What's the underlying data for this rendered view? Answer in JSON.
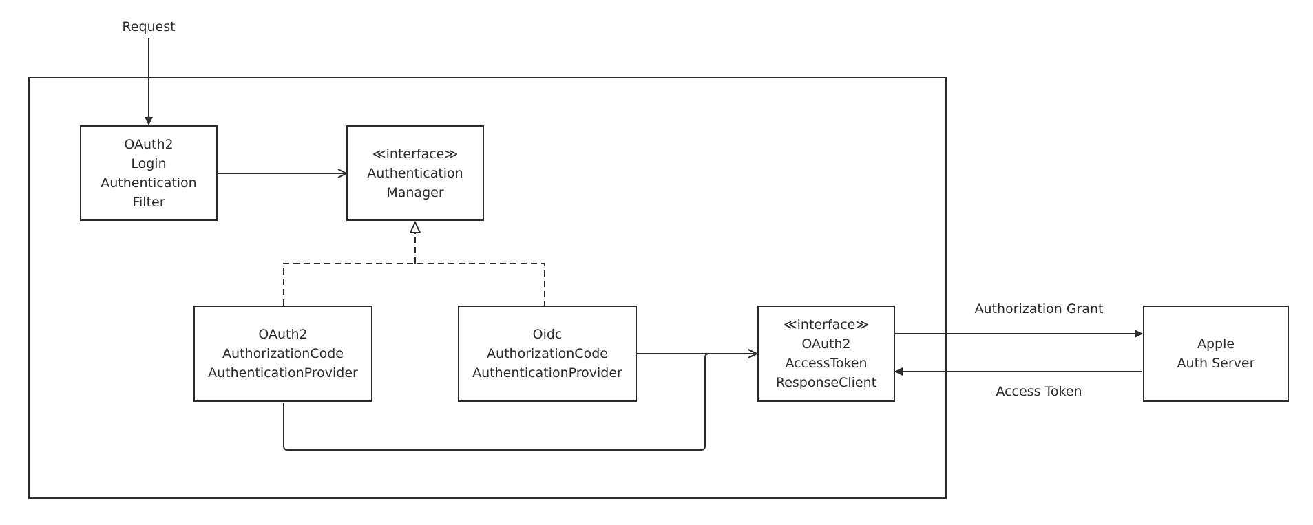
{
  "diagram": {
    "request_label": "Request",
    "authorization_grant_label": "Authorization Grant",
    "access_token_label": "Access Token",
    "nodes": {
      "login_filter": [
        "OAuth2",
        "Login",
        "Authentication",
        "Filter"
      ],
      "auth_manager": [
        "≪interface≫",
        "Authentication",
        "Manager"
      ],
      "oauth2_provider": [
        "OAuth2",
        "AuthorizationCode",
        "AuthenticationProvider"
      ],
      "oidc_provider": [
        "Oidc",
        "AuthorizationCode",
        "AuthenticationProvider"
      ],
      "token_client": [
        "≪interface≫",
        "OAuth2",
        "AccessToken",
        "ResponseClient"
      ],
      "auth_server": [
        "Apple",
        "Auth Server"
      ]
    }
  }
}
